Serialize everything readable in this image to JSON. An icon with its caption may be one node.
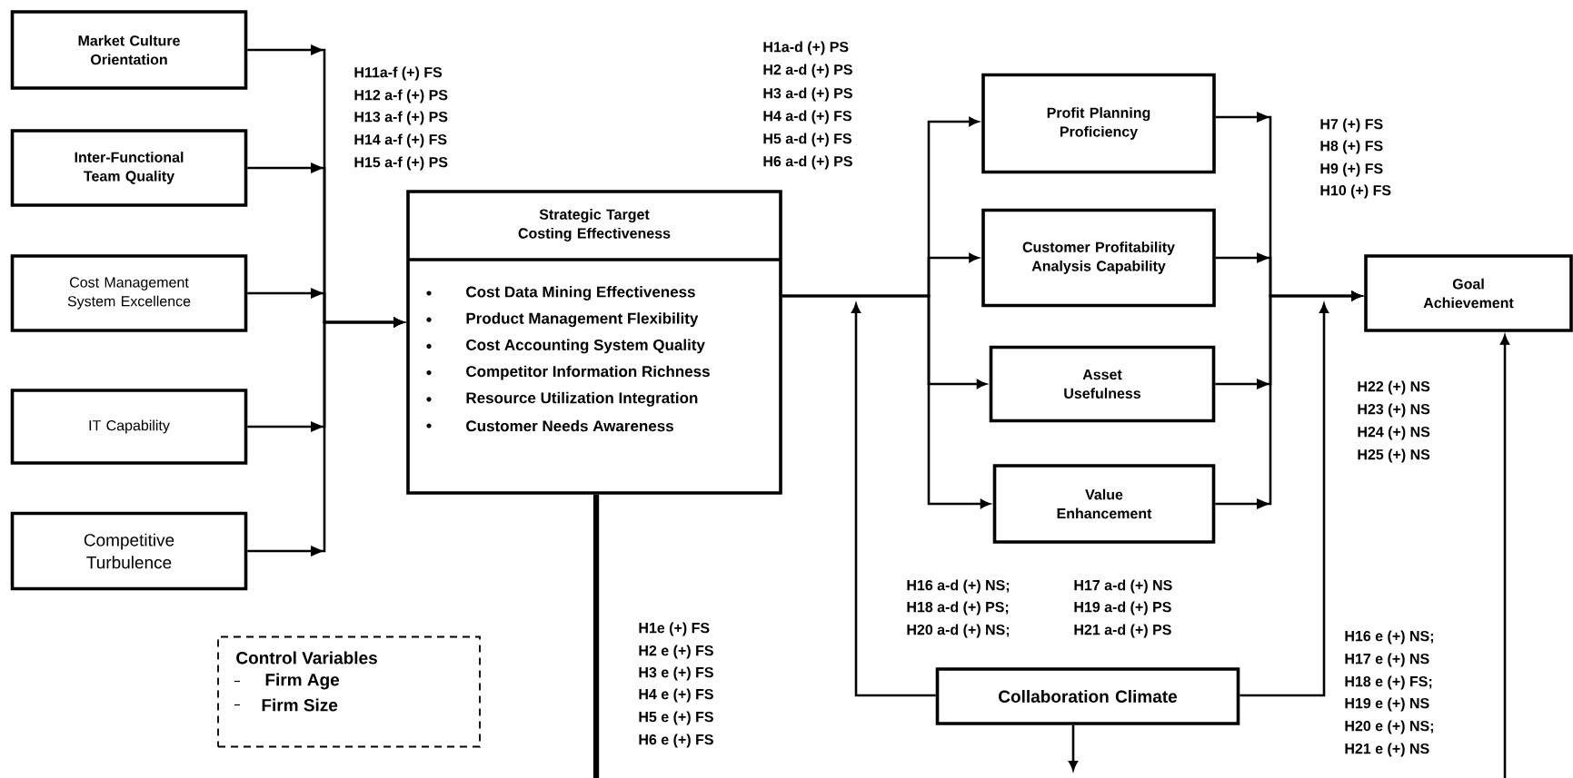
{
  "diagram": {
    "nodes": [
      {
        "text": [
          "Market Culture Orientation"
        ]
      },
      {
        "text": [
          "Inter-Functional Team Quality"
        ]
      },
      {
        "text": [
          "Cost Management System Excellence"
        ]
      },
      {
        "text": [
          "IT Capability"
        ]
      },
      {
        "text": [
          "Competitive Turbulence"
        ]
      },
      {
        "text": [
          "Strategic Target Costing Effectiveness",
          "Cost Data Mining Effectiveness",
          "Product Management Flexibility",
          "Cost Accounting System Quality",
          "Competitor Information Richness",
          "Resource Utilization Integration",
          "Customer Needs Awareness"
        ]
      },
      {
        "text": [
          "Profit Planning Proficiency"
        ]
      },
      {
        "text": [
          "Customer Profitability Analysis Capability"
        ]
      },
      {
        "text": [
          "Asset Usefulness"
        ]
      },
      {
        "text": [
          "Value Enhancement"
        ]
      },
      {
        "text": [
          "Goal Achievement"
        ]
      },
      {
        "text": [
          "Collaboration Climate"
        ]
      },
      {
        "text": [
          "Control Variables",
          "Firm Age",
          "Firm Size"
        ]
      }
    ],
    "edges": [
      {
        "from": 0,
        "to": 5,
        "arrow": "to"
      },
      {
        "from": 1,
        "to": 5,
        "arrow": "to"
      },
      {
        "from": 2,
        "to": 5,
        "arrow": "to"
      },
      {
        "from": 3,
        "to": 5,
        "arrow": "to"
      },
      {
        "from": 4,
        "to": 5,
        "arrow": "to"
      },
      {
        "from": 5,
        "to": 6,
        "arrow": "to"
      },
      {
        "from": 5,
        "to": 7,
        "arrow": "to"
      },
      {
        "from": 5,
        "to": 8,
        "arrow": "to"
      },
      {
        "from": 5,
        "to": 9,
        "arrow": "to"
      },
      {
        "from": 6,
        "to": 10,
        "arrow": "to"
      },
      {
        "from": 7,
        "to": 10,
        "arrow": "to"
      },
      {
        "from": 8,
        "to": 10,
        "arrow": "to"
      },
      {
        "from": 9,
        "to": 10,
        "arrow": "to"
      },
      {
        "from": 11,
        "to": null,
        "arrow": "to"
      },
      {
        "from": 11,
        "to": null,
        "arrow": "to"
      },
      {
        "from": 11,
        "to": null,
        "arrow": "to"
      },
      {
        "from": 5,
        "to": null,
        "arrow": "none",
        "style": "thick"
      },
      {
        "from": null,
        "to": 10,
        "arrow": "to"
      }
    ],
    "labels": [
      "H1a-d (+) PS",
      "H11a-f (+) FS",
      "H2 a-d (+) PS",
      "H12 a-f (+) PS",
      "H3 a-d (+) PS",
      "H13 a-f (+) PS",
      "H4 a-d (+) FS",
      "H7 (+) FS",
      "H14 a-f (+) FS",
      "H5 a-d (+) FS",
      "H8 (+) FS",
      "H15 a-f (+) PS",
      "H6 a-d (+) PS",
      "H9 (+) FS",
      "H10 (+) FS",
      "H22 (+) NS",
      "H23 (+) NS",
      "H24 (+) NS",
      "H25 (+) NS",
      "H16 a-d (+) NS;",
      "H17 a-d (+) NS",
      "H18 a-d (+) PS;",
      "H19 a-d (+) PS",
      "H1e (+) FS",
      "H20 a-d (+) NS;",
      "H21 a-d (+) PS",
      "H16 e (+) NS;",
      "H2 e (+) FS",
      "H17 e (+) NS",
      "H3 e (+) FS",
      "H18 e (+) FS;",
      "H4 e (+) FS",
      "H19 e (+) NS",
      "H5 e (+) FS",
      "H20 e (+) NS;",
      "H6 e (+) FS",
      "H21 e (+) NS"
    ]
  }
}
